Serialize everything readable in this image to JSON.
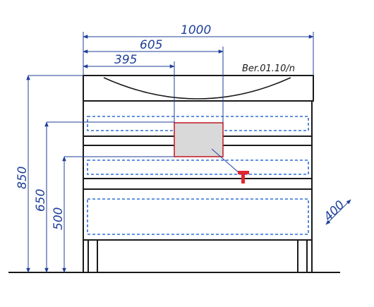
{
  "drawing": {
    "model_code": "Ber.01.10/n",
    "dimensions": {
      "width_total": "1000",
      "width_605": "605",
      "width_395": "395",
      "height_total": "850",
      "height_650": "650",
      "height_500": "500",
      "depth": "400"
    },
    "colors": {
      "outline": "#1a1a1a",
      "dimension": "#1f3f9a",
      "dashed_drawer": "#2f6fd6",
      "siphon_zone_fill": "#d9d9d9",
      "siphon_zone_stroke": "#c0242c",
      "outlet_marker": "#e0262e"
    }
  }
}
